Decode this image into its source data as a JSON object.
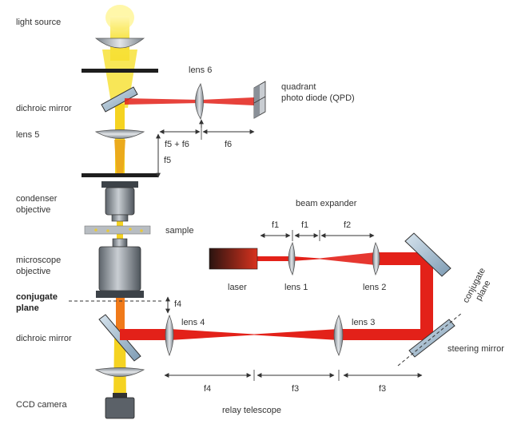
{
  "labels": {
    "light_source": "light source",
    "dichroic_mirror_top": "dichroic mirror",
    "lens5": "lens 5",
    "condenser_1": "condenser",
    "condenser_2": "objective",
    "sample": "sample",
    "microscope_1": "microscope",
    "microscope_2": "objective",
    "conjugate_plane_1": "conjugate",
    "conjugate_plane_2": "plane",
    "dichroic_mirror_bottom": "dichroic mirror",
    "ccd_camera": "CCD camera",
    "lens6": "lens 6",
    "qpd_1": "quadrant",
    "qpd_2": "photo diode (QPD)",
    "beam_expander": "beam expander",
    "laser": "laser",
    "lens1": "lens 1",
    "lens2": "lens 2",
    "lens3": "lens 3",
    "lens4": "lens 4",
    "steering_mirror": "steering mirror",
    "conjugate_rot_1": "conjugate",
    "conjugate_rot_2": "plane",
    "relay_telescope": "relay telescope"
  },
  "dimensions": {
    "f5_f6": "f5 + f6",
    "f6": "f6",
    "f5": "f5",
    "f1_a": "f1",
    "f1_b": "f1",
    "f2": "f2",
    "f4_vertical": "f4",
    "f4_bottom": "f4",
    "f3_a": "f3",
    "f3_b": "f3"
  },
  "colors": {
    "laser_red": "#e32119",
    "light_yellow": "#f7e23a",
    "orange_beam": "#f07a1a",
    "optic_grey": "#9aa1a8",
    "dark": "#1e1e1e",
    "mirror_blue": "#a9c3d8"
  }
}
